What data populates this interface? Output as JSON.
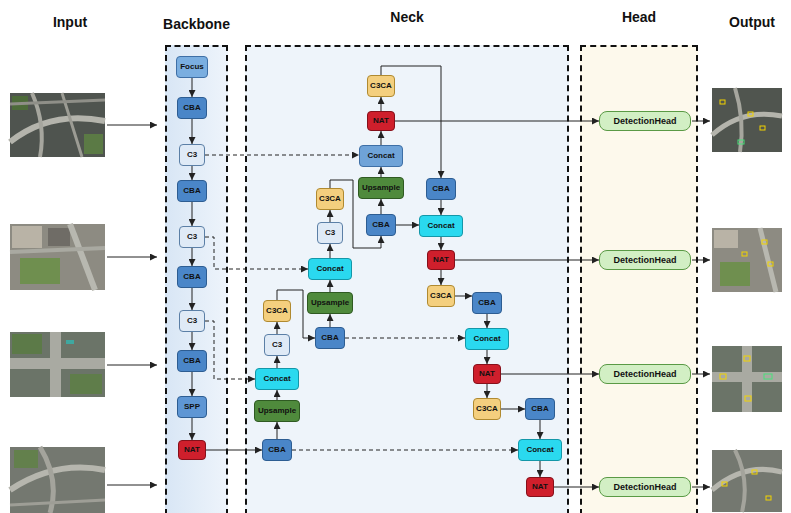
{
  "diagram": {
    "nodes": [
      {
        "text": [
          "Backbone"
        ]
      },
      {
        "text": [
          "Focus"
        ],
        "in": 0
      },
      {
        "text": [
          "CBA"
        ],
        "in": 0
      },
      {
        "text": [
          "C3"
        ],
        "in": 0
      },
      {
        "text": [
          "CBA"
        ],
        "in": 0
      },
      {
        "text": [
          "C3"
        ],
        "in": 0
      },
      {
        "text": [
          "CBA"
        ],
        "in": 0
      },
      {
        "text": [
          "C3"
        ],
        "in": 0
      },
      {
        "text": [
          "CBA"
        ],
        "in": 0
      },
      {
        "text": [
          "SPP"
        ],
        "in": 0
      },
      {
        "text": [
          "NAT"
        ],
        "in": 0
      },
      {
        "text": [
          "Neck"
        ]
      },
      {
        "text": [
          "C3CA"
        ],
        "in": 11
      },
      {
        "text": [
          "NAT"
        ],
        "in": 11
      },
      {
        "text": [
          "Concat"
        ],
        "in": 11
      },
      {
        "text": [
          "Upsample"
        ],
        "in": 11
      },
      {
        "text": [
          "CBA"
        ],
        "in": 11
      },
      {
        "text": [
          "CBA"
        ],
        "in": 11
      },
      {
        "text": [
          "Concat"
        ],
        "in": 11
      },
      {
        "text": [
          "NAT"
        ],
        "in": 11
      },
      {
        "text": [
          "C3CA"
        ],
        "in": 11
      },
      {
        "text": [
          "C3"
        ],
        "in": 11
      },
      {
        "text": [
          "Concat"
        ],
        "in": 11
      },
      {
        "text": [
          "Upsample"
        ],
        "in": 11
      },
      {
        "text": [
          "CBA"
        ],
        "in": 11
      },
      {
        "text": [
          "C3CA"
        ],
        "in": 11
      },
      {
        "text": [
          "CBA"
        ],
        "in": 11
      },
      {
        "text": [
          "Concat"
        ],
        "in": 11
      },
      {
        "text": [
          "NAT"
        ],
        "in": 11
      },
      {
        "text": [
          "C3CA"
        ],
        "in": 11
      },
      {
        "text": [
          "C3"
        ],
        "in": 11
      },
      {
        "text": [
          "Concat"
        ],
        "in": 11
      },
      {
        "text": [
          "Upsample"
        ],
        "in": 11
      },
      {
        "text": [
          "CBA"
        ],
        "in": 11
      },
      {
        "text": [
          "C3CA"
        ],
        "in": 11
      },
      {
        "text": [
          "CBA"
        ],
        "in": 11
      },
      {
        "text": [
          "Concat"
        ],
        "in": 11
      },
      {
        "text": [
          "NAT"
        ],
        "in": 11
      },
      {
        "text": [
          "Head"
        ]
      },
      {
        "text": [
          "DetectionHead"
        ],
        "in": 38
      },
      {
        "text": [
          "DetectionHead"
        ],
        "in": 38
      },
      {
        "text": [
          "DetectionHead"
        ],
        "in": 38
      },
      {
        "text": [
          "DetectionHead"
        ],
        "in": 38
      }
    ],
    "edges": [
      {
        "from": 1,
        "to": 2,
        "arrow": "to"
      },
      {
        "from": 2,
        "to": 3,
        "arrow": "to"
      },
      {
        "from": 3,
        "to": 4,
        "arrow": "to"
      },
      {
        "from": 4,
        "to": 5,
        "arrow": "to"
      },
      {
        "from": 5,
        "to": 6,
        "arrow": "to"
      },
      {
        "from": 6,
        "to": 7,
        "arrow": "to"
      },
      {
        "from": 7,
        "to": 8,
        "arrow": "to"
      },
      {
        "from": 8,
        "to": 9,
        "arrow": "to"
      },
      {
        "from": 9,
        "to": 10,
        "arrow": "to"
      },
      {
        "from": 10,
        "to": 33,
        "arrow": "to"
      },
      {
        "from": 33,
        "to": 36,
        "arrow": "to"
      },
      {
        "from": 33,
        "to": 32,
        "arrow": "to"
      },
      {
        "from": 32,
        "to": 31,
        "arrow": "to"
      },
      {
        "from": 7,
        "to": 31,
        "arrow": "to"
      },
      {
        "from": 31,
        "to": 30,
        "arrow": "to"
      },
      {
        "from": 30,
        "to": 29,
        "arrow": "to"
      },
      {
        "from": 29,
        "to": 24,
        "arrow": "to"
      },
      {
        "from": 24,
        "to": 23,
        "arrow": "to"
      },
      {
        "from": 24,
        "to": 27,
        "arrow": "to"
      },
      {
        "from": 23,
        "to": 22,
        "arrow": "to"
      },
      {
        "from": 5,
        "to": 22,
        "arrow": "to"
      },
      {
        "from": 22,
        "to": 21,
        "arrow": "to"
      },
      {
        "from": 21,
        "to": 20,
        "arrow": "to"
      },
      {
        "from": 20,
        "to": 16,
        "arrow": "to"
      },
      {
        "from": 16,
        "to": 15,
        "arrow": "to"
      },
      {
        "from": 16,
        "to": 18,
        "arrow": "to"
      },
      {
        "from": 15,
        "to": 14,
        "arrow": "to"
      },
      {
        "from": 3,
        "to": 14,
        "arrow": "to"
      },
      {
        "from": 14,
        "to": 13,
        "arrow": "to"
      },
      {
        "from": 13,
        "to": 12,
        "arrow": "to"
      },
      {
        "from": 12,
        "to": 17,
        "arrow": "to"
      },
      {
        "from": 13,
        "to": 39,
        "arrow": "to"
      },
      {
        "from": 17,
        "to": 18,
        "arrow": "to"
      },
      {
        "from": 18,
        "to": 19,
        "arrow": "to"
      },
      {
        "from": 19,
        "to": 25,
        "arrow": "to"
      },
      {
        "from": 19,
        "to": 40,
        "arrow": "to"
      },
      {
        "from": 25,
        "to": 26,
        "arrow": "to"
      },
      {
        "from": 26,
        "to": 27,
        "arrow": "to"
      },
      {
        "from": 27,
        "to": 28,
        "arrow": "to"
      },
      {
        "from": 28,
        "to": 34,
        "arrow": "to"
      },
      {
        "from": 28,
        "to": 41,
        "arrow": "to"
      },
      {
        "from": 34,
        "to": 35,
        "arrow": "to"
      },
      {
        "from": 35,
        "to": 36,
        "arrow": "to"
      },
      {
        "from": 36,
        "to": 37,
        "arrow": "to"
      },
      {
        "from": 37,
        "to": 42,
        "arrow": "to"
      }
    ],
    "labels": [
      "Input",
      "Output"
    ]
  }
}
